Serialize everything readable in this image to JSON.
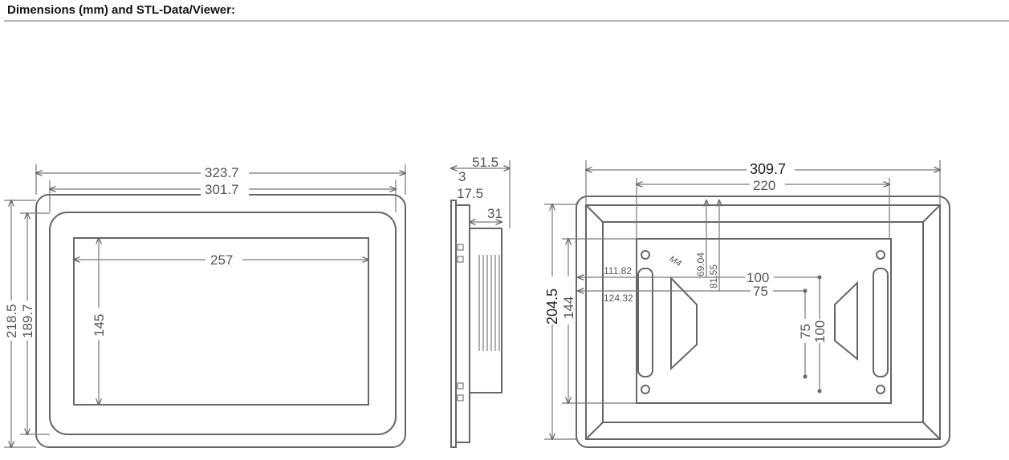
{
  "header": {
    "title": "Dimensions (mm) and STL-Data/Viewer:"
  },
  "front_view": {
    "overall_width": "323.7",
    "bezel_width": "301.7",
    "screen_width": "257",
    "screen_height": "145",
    "overall_height": "218.5",
    "bezel_height": "189.7"
  },
  "side_view": {
    "depth_total": "51.5",
    "front_thickness": "3",
    "bezel_depth": "17.5",
    "rear_depth": "31"
  },
  "back_view": {
    "overall_width": "309.7",
    "plate_width": "220",
    "overall_height": "204.5",
    "plate_height": "144",
    "offset_1": "111.82",
    "offset_2": "124.32",
    "vert_1": "69.04",
    "vert_2": "81.55",
    "screw": "M4",
    "vesa_h_large": "100",
    "vesa_h_small": "75",
    "vesa_v_small": "75",
    "vesa_v_large": "100"
  }
}
